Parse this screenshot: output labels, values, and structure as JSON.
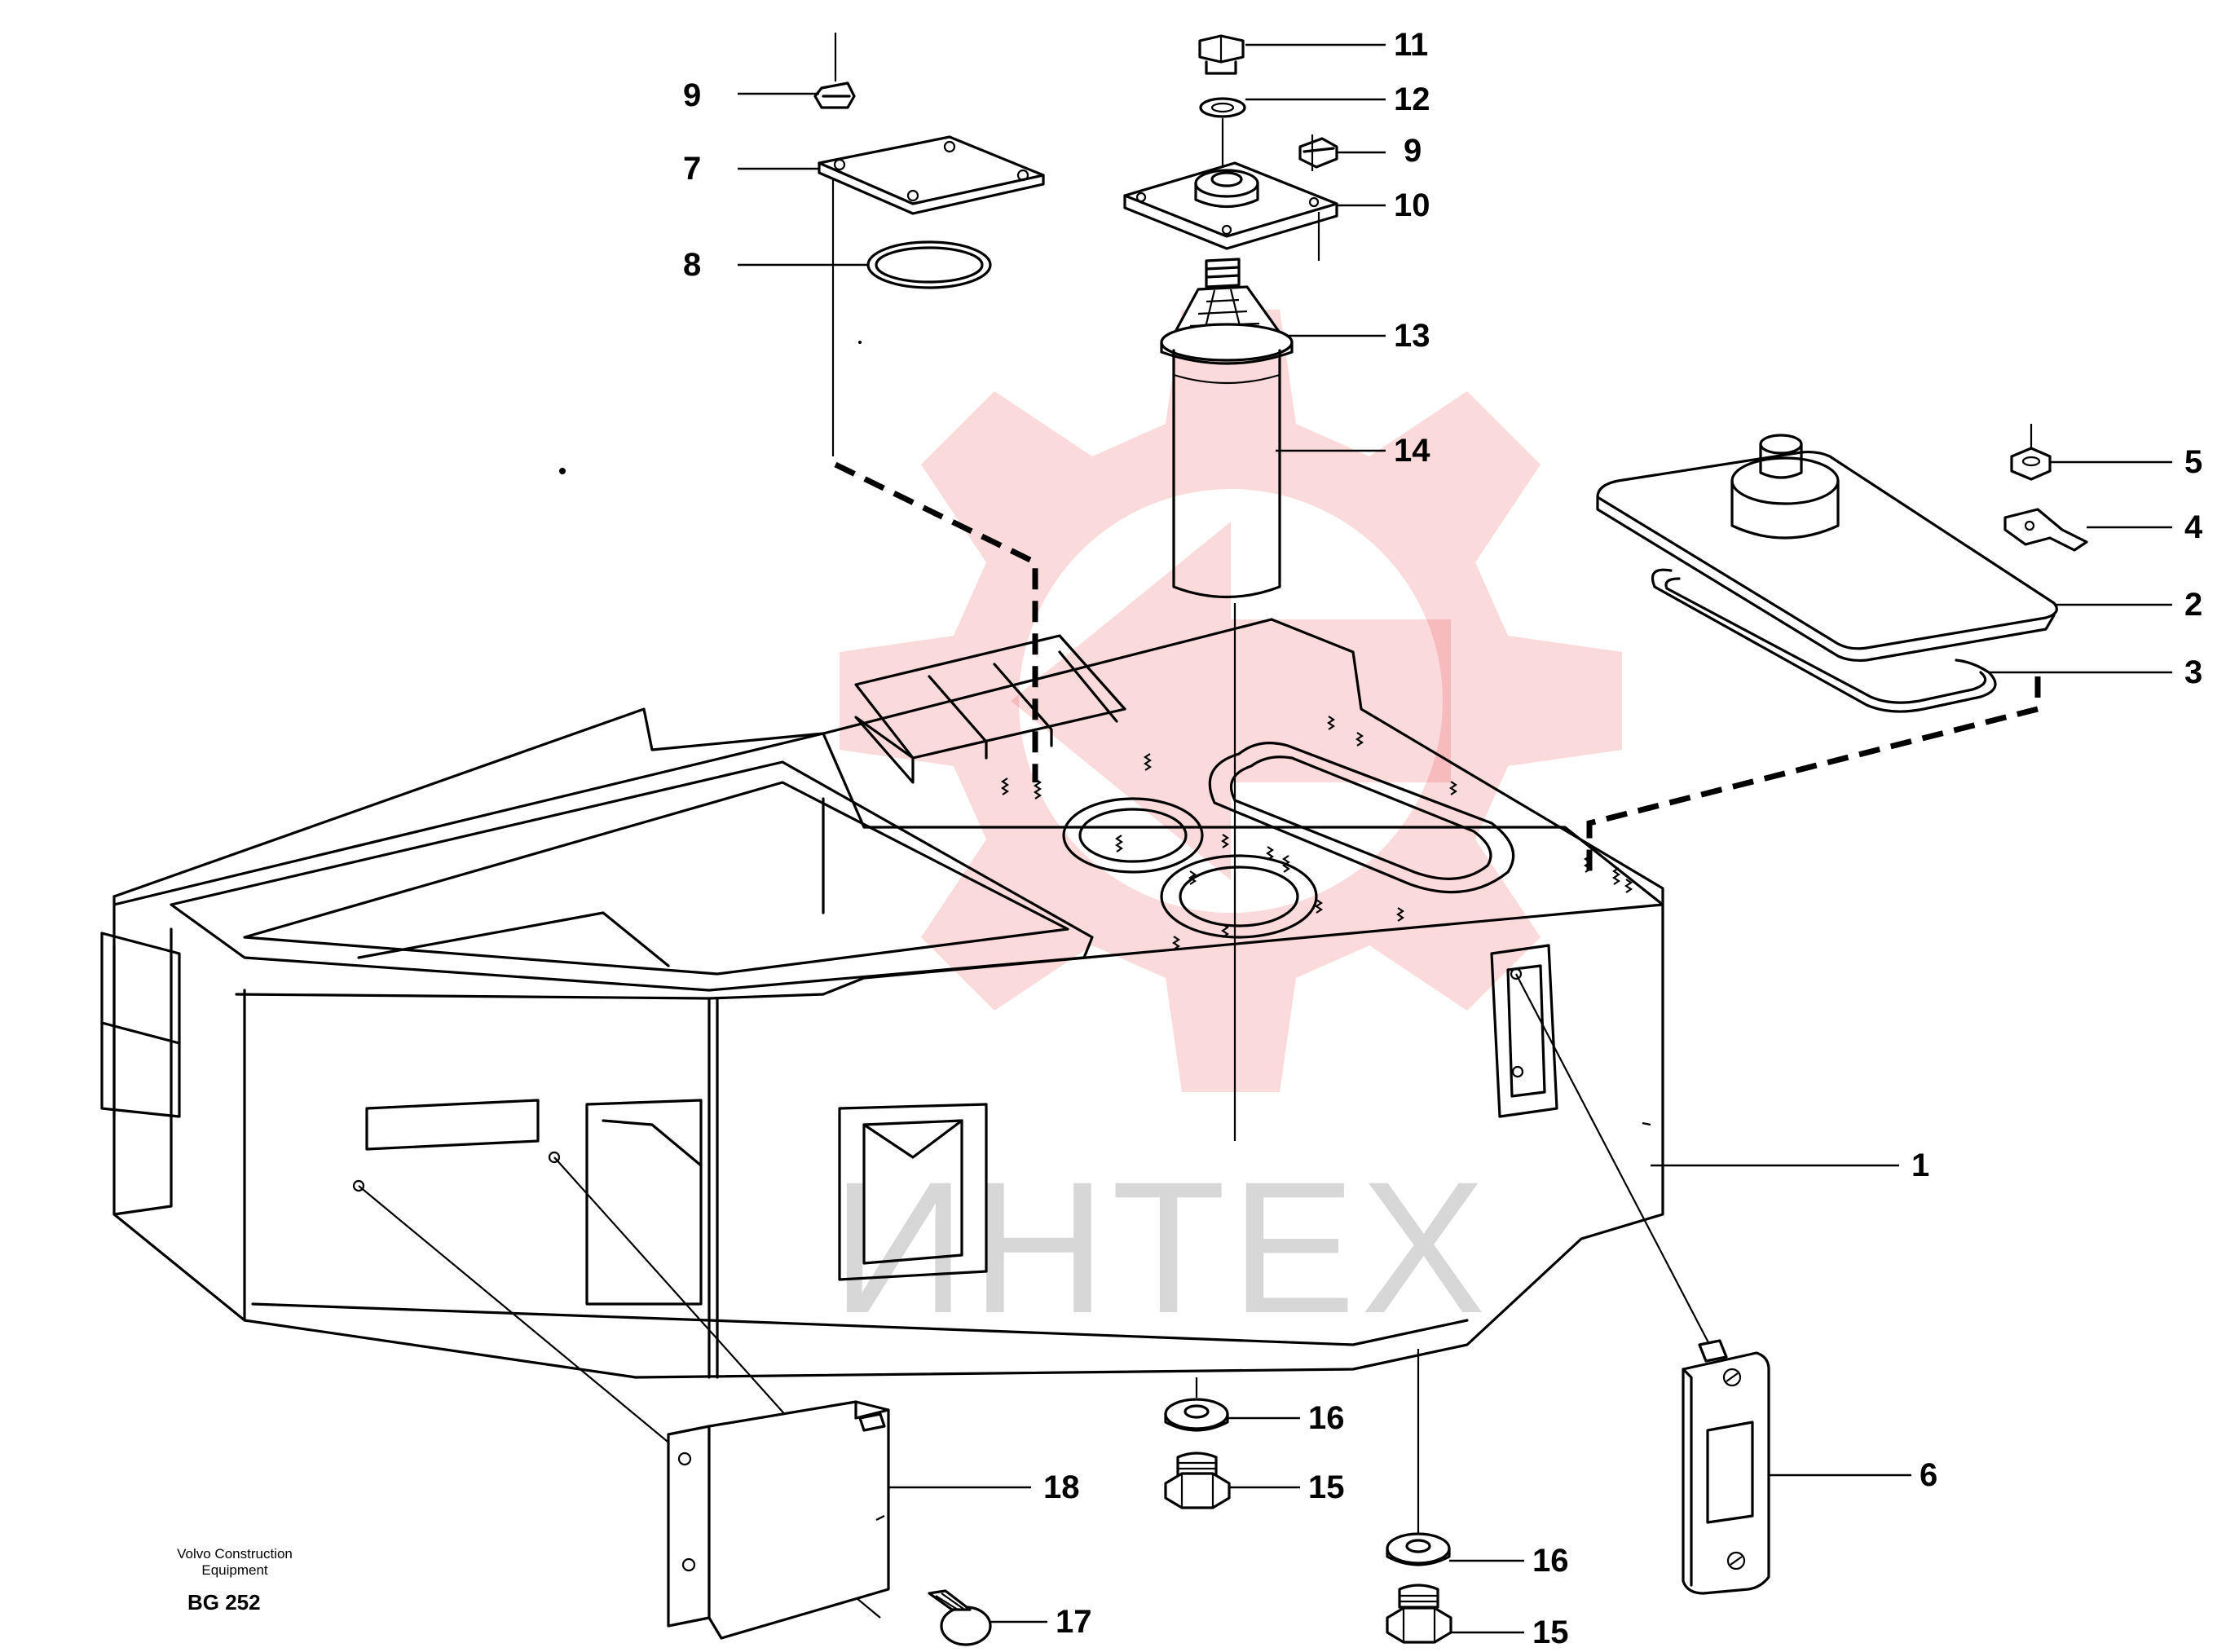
{
  "callouts": [
    {
      "id": "11",
      "label": "11"
    },
    {
      "id": "12",
      "label": "12"
    },
    {
      "id": "9a",
      "label": "9"
    },
    {
      "id": "7",
      "label": "7"
    },
    {
      "id": "8",
      "label": "8"
    },
    {
      "id": "9b",
      "label": "9"
    },
    {
      "id": "10",
      "label": "10"
    },
    {
      "id": "13",
      "label": "13"
    },
    {
      "id": "14",
      "label": "14"
    },
    {
      "id": "5",
      "label": "5"
    },
    {
      "id": "4",
      "label": "4"
    },
    {
      "id": "2",
      "label": "2"
    },
    {
      "id": "3",
      "label": "3"
    },
    {
      "id": "1",
      "label": "1"
    },
    {
      "id": "16a",
      "label": "16"
    },
    {
      "id": "15a",
      "label": "15"
    },
    {
      "id": "18",
      "label": "18"
    },
    {
      "id": "6",
      "label": "6"
    },
    {
      "id": "16b",
      "label": "16"
    },
    {
      "id": "15b",
      "label": "15"
    },
    {
      "id": "17",
      "label": "17"
    }
  ],
  "caption": {
    "line1": "Volvo Construction",
    "line2": "Equipment",
    "code": "BG 252"
  },
  "watermark": {
    "text": "ИНТЕХ",
    "color": "#e8232a"
  }
}
